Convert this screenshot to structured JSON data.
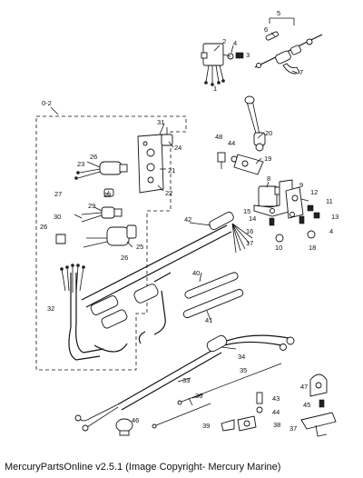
{
  "footer": "MercuryPartsOnline v2.5.1 (Image Copyright- Mercury Marine)",
  "callouts": {
    "c0_2": "0-2",
    "c1": "1",
    "c2": "2",
    "c3": "3",
    "c4a": "4",
    "c4b": "4",
    "c5": "5",
    "c6": "6",
    "c7": "7",
    "c8": "8",
    "c9": "9",
    "c10": "10",
    "c11": "11",
    "c12": "12",
    "c13": "13",
    "c14": "14",
    "c15": "15",
    "c16": "16",
    "c17": "17",
    "c18": "18",
    "c19": "19",
    "c20": "20",
    "c21": "21",
    "c22": "22",
    "c23": "23",
    "c24": "24",
    "c25": "25",
    "c26a": "26",
    "c26b": "26",
    "c26c": "26",
    "c27": "27",
    "c28": "28",
    "c29": "29",
    "c30": "30",
    "c31": "31",
    "c32": "32",
    "c33": "33",
    "c34": "34",
    "c35": "35",
    "c36": "36",
    "c37": "37",
    "c38": "38",
    "c39": "39",
    "c40": "40",
    "c41": "41",
    "c42": "42",
    "c43": "43",
    "c44a": "44",
    "c44b": "44",
    "c45": "45",
    "c46": "46",
    "c47": "47",
    "c48": "48"
  }
}
